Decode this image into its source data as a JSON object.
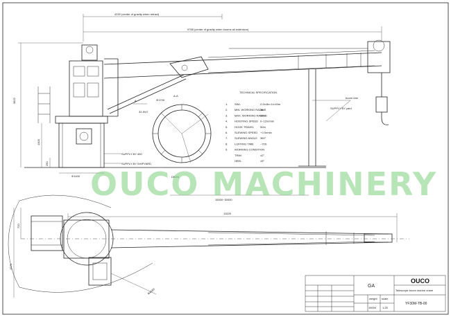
{
  "dimensions": {
    "retract": "4220 (center of gravity when retract)",
    "extension": "9765 (center of gravity when booms all extension)",
    "height": "3822",
    "base_height": "1400",
    "base_small": "260",
    "base_width": "Φ1400",
    "boom_length": "11025",
    "plan_width": "1970",
    "plan_offset": "720",
    "swing_radius": "Φ1700",
    "deck_bolts": "32-Φ47",
    "working_range": "15000~30000",
    "slew_circle": "Φ4150"
  },
  "labels": {
    "section": "A-A",
    "section_mark": "A",
    "deck": "DECK",
    "boom_rest": "boom rest",
    "supply_yard": "SUPPLY BY yard",
    "supply_40c": "SUPPLY BY 40C",
    "supply_shipyard": "SUPPLY BY SHIPYARD"
  },
  "spec": {
    "title": "TECHNICAL SPECIFICATION",
    "rows": [
      {
        "n": "1.",
        "k": "SWL",
        "v": "2.0t×8m 1t×40m"
      },
      {
        "n": "2.",
        "k": "MIN. WORKING RADIUS",
        "v": "3m"
      },
      {
        "n": "3.",
        "k": "MAX. WORKING RADIUS",
        "v": "30m"
      },
      {
        "n": "4.",
        "k": "HOISTING SPEED",
        "v": "0~12m/min"
      },
      {
        "n": "5.",
        "k": "HOOK TRAVEL",
        "v": "50m"
      },
      {
        "n": "6.",
        "k": "SLEWING SPEED",
        "v": "~0.5r/min"
      },
      {
        "n": "7.",
        "k": "SLEWING ANGLE",
        "v": "360°"
      },
      {
        "n": "8.",
        "k": "LUFFING TIME",
        "v": "~70S"
      },
      {
        "n": "9.",
        "k": "WORKING CONDITION",
        "v": ""
      },
      {
        "n": "",
        "k": "TRIM",
        "v": "±2°"
      },
      {
        "n": "",
        "k": "HEEL",
        "v": "±5°"
      }
    ]
  },
  "watermark": "OUCO MACHINERY",
  "title_block": {
    "company": "OUCO",
    "drawing": "GA",
    "desc": "Telescopic boom marine crane",
    "number": "YF30M-TB-00",
    "weight_label": "weight",
    "scale_label": "scale",
    "weight": "15000",
    "scale": "1:25"
  }
}
